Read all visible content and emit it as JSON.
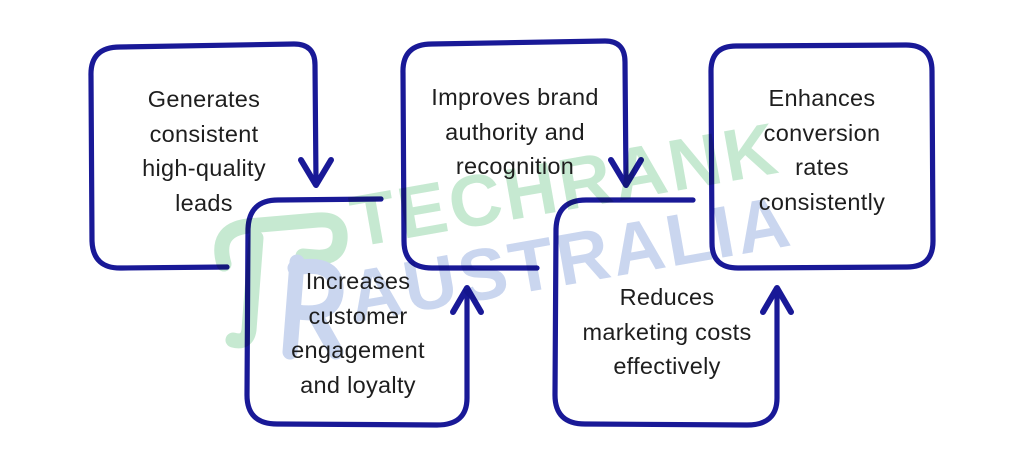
{
  "colors": {
    "background": "#ffffff",
    "outline_navy": "#191997",
    "text_dark": "#1e1e1e",
    "watermark_green": "#c6e9d1",
    "watermark_blue": "#cad6ef"
  },
  "watermark": {
    "brand_top": "TECHRANK",
    "brand_bottom": "AUSTRALIA"
  },
  "boxes": [
    {
      "id": "generates-leads",
      "lines": [
        "Generates",
        "consistent",
        "high-quality",
        "leads"
      ]
    },
    {
      "id": "improves-brand",
      "lines": [
        "Improves brand",
        "authority and",
        "recognition"
      ]
    },
    {
      "id": "enhances-conversion",
      "lines": [
        "Enhances",
        "conversion",
        "rates",
        "consistently"
      ]
    },
    {
      "id": "increases-engagement",
      "lines": [
        "Increases",
        "customer",
        "engagement",
        "and loyalty"
      ]
    },
    {
      "id": "reduces-costs",
      "lines": [
        "Reduces",
        "marketing costs",
        "effectively"
      ]
    }
  ],
  "arrows": [
    {
      "from": "generates-leads",
      "to": "increases-engagement",
      "direction": "down"
    },
    {
      "from": "increases-engagement",
      "to": "improves-brand",
      "direction": "up"
    },
    {
      "from": "improves-brand",
      "to": "reduces-costs",
      "direction": "down"
    },
    {
      "from": "reduces-costs",
      "to": "enhances-conversion",
      "direction": "up"
    }
  ]
}
